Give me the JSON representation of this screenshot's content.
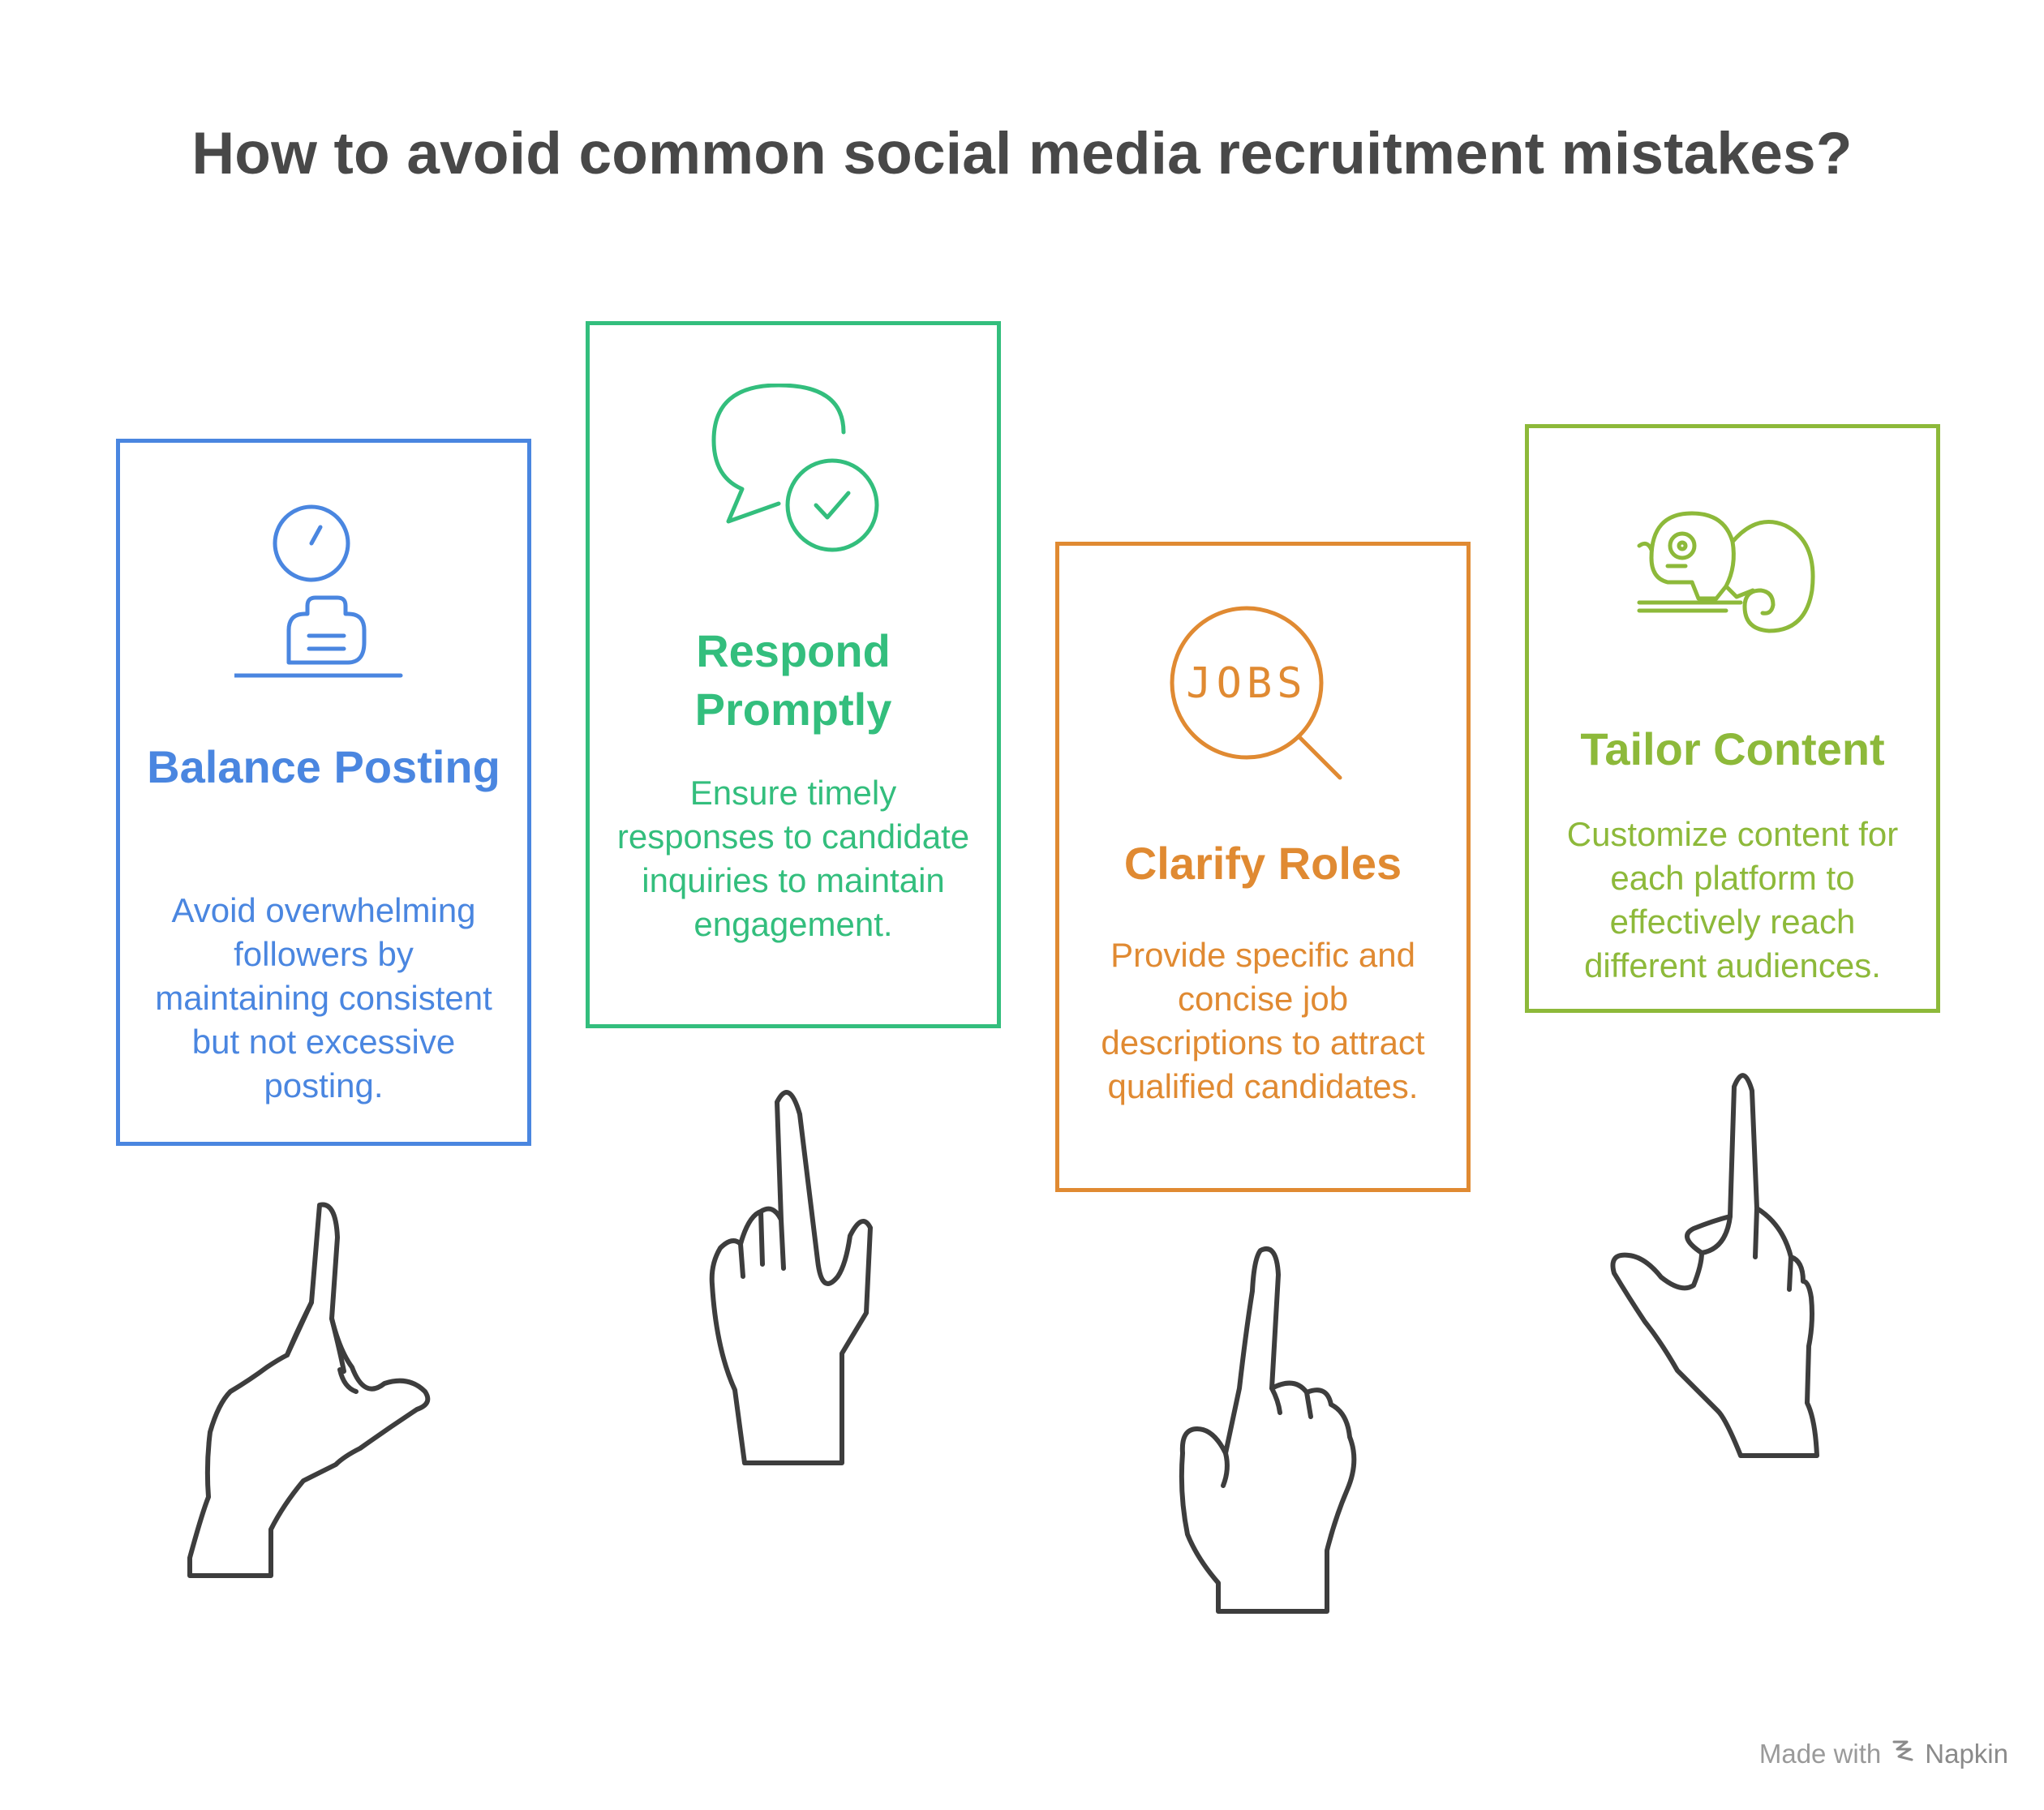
{
  "title": "How to avoid common social media recruitment mistakes?",
  "cards": [
    {
      "title": "Balance Posting",
      "description": "Avoid overwhelming followers by maintaining consistent but not excessive posting.",
      "icon": "timer-laptop-icon",
      "color": "#4a86e0"
    },
    {
      "title": "Respond Promptly",
      "description": "Ensure timely responses to candidate inquiries to maintain engagement.",
      "icon": "chat-check-icon",
      "color": "#33be7d"
    },
    {
      "title": "Clarify Roles",
      "description": "Provide specific and concise job descriptions to attract qualified candidates.",
      "icon": "jobs-search-icon",
      "color": "#e08a32",
      "icon_text": "JOBS"
    },
    {
      "title": "Tailor Content",
      "description": "Customize content for each platform to effectively reach different audiences.",
      "icon": "chameleon-icon",
      "color": "#8db93a"
    }
  ],
  "footer": {
    "made_with": "Made with",
    "brand": "Napkin"
  }
}
